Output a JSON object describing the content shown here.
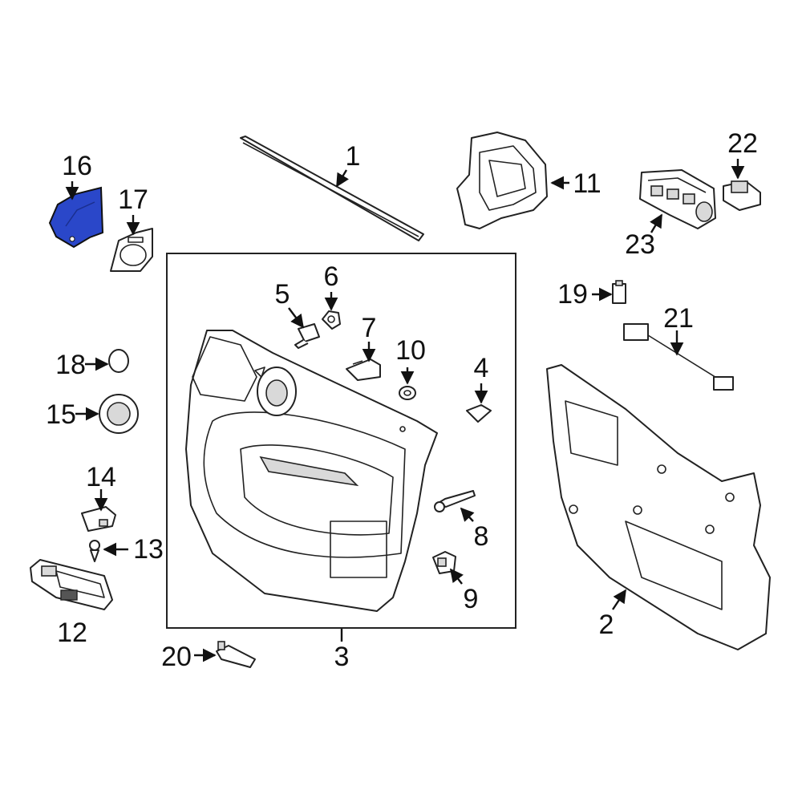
{
  "diagram": {
    "labels": {
      "p1": "1",
      "p2": "2",
      "p3": "3",
      "p4": "4",
      "p5": "5",
      "p6": "6",
      "p7": "7",
      "p8": "8",
      "p9": "9",
      "p10": "10",
      "p11": "11",
      "p12": "12",
      "p13": "13",
      "p14": "14",
      "p15": "15",
      "p16": "16",
      "p17": "17",
      "p18": "18",
      "p19": "19",
      "p20": "20",
      "p21": "21",
      "p22": "22",
      "p23": "23"
    },
    "highlight_part": "16",
    "highlight_color": "#2a47c9",
    "line_color": "#222222"
  }
}
